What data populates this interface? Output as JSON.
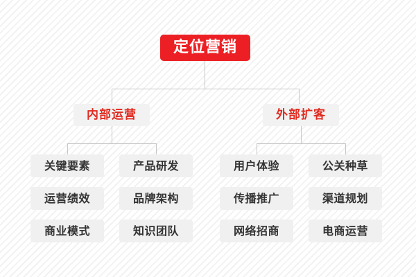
{
  "diagram": {
    "title": "定位营销",
    "colors": {
      "root_bg": "#ec2024",
      "root_text": "#ffffff",
      "branch_bg": "#f2f2f2",
      "branch_text": "#e02b20",
      "leaf_bg": "#f0f0f0",
      "leaf_text": "#333333",
      "connector": "#c6c6c6"
    },
    "branches": [
      {
        "label": "内部运营",
        "leaves": [
          {
            "label": "关键要素"
          },
          {
            "label": "产品研发"
          },
          {
            "label": "运营绩效"
          },
          {
            "label": "品牌架构"
          },
          {
            "label": "商业模式"
          },
          {
            "label": "知识团队"
          }
        ]
      },
      {
        "label": "外部扩客",
        "leaves": [
          {
            "label": "用户体验"
          },
          {
            "label": "公关种草"
          },
          {
            "label": "传播推广"
          },
          {
            "label": "渠道规划"
          },
          {
            "label": "网络招商"
          },
          {
            "label": "电商运营"
          }
        ]
      }
    ]
  }
}
